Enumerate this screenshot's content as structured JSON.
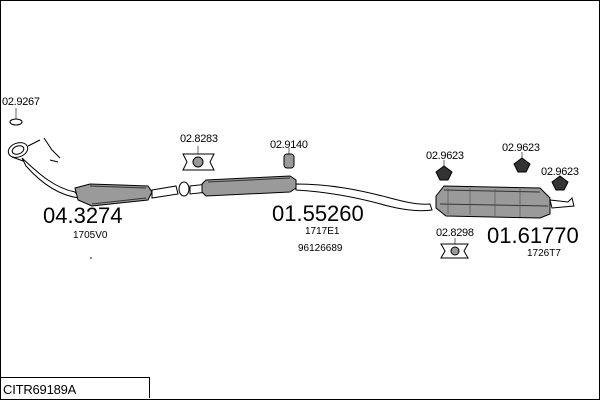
{
  "colors": {
    "ink": "#000000",
    "part_fill": "#9a9a9a",
    "part_dark": "#333333",
    "paper": "#ffffff"
  },
  "parts": {
    "part_02_9267": {
      "number": "02.9267",
      "icon": "seal-ring"
    },
    "catalyst": {
      "number": "04.3274",
      "ref": "1705V0"
    },
    "part_02_8283": {
      "number": "02.8283",
      "icon": "mounting-rubber"
    },
    "part_02_9140": {
      "number": "02.9140",
      "icon": "clamp"
    },
    "middle_silencer": {
      "number": "01.55260",
      "ref1": "1717E1",
      "ref2": "96126689"
    },
    "part_02_9623_a": {
      "number": "02.9623",
      "icon": "rubber-hanger"
    },
    "part_02_9623_b": {
      "number": "02.9623",
      "icon": "rubber-hanger"
    },
    "part_02_9623_c": {
      "number": "02.9623",
      "icon": "rubber-hanger"
    },
    "part_02_8298": {
      "number": "02.8298",
      "icon": "mounting-rubber"
    },
    "rear_silencer": {
      "number": "01.61770",
      "ref": "1726T7"
    }
  },
  "code": "CITR69189A"
}
